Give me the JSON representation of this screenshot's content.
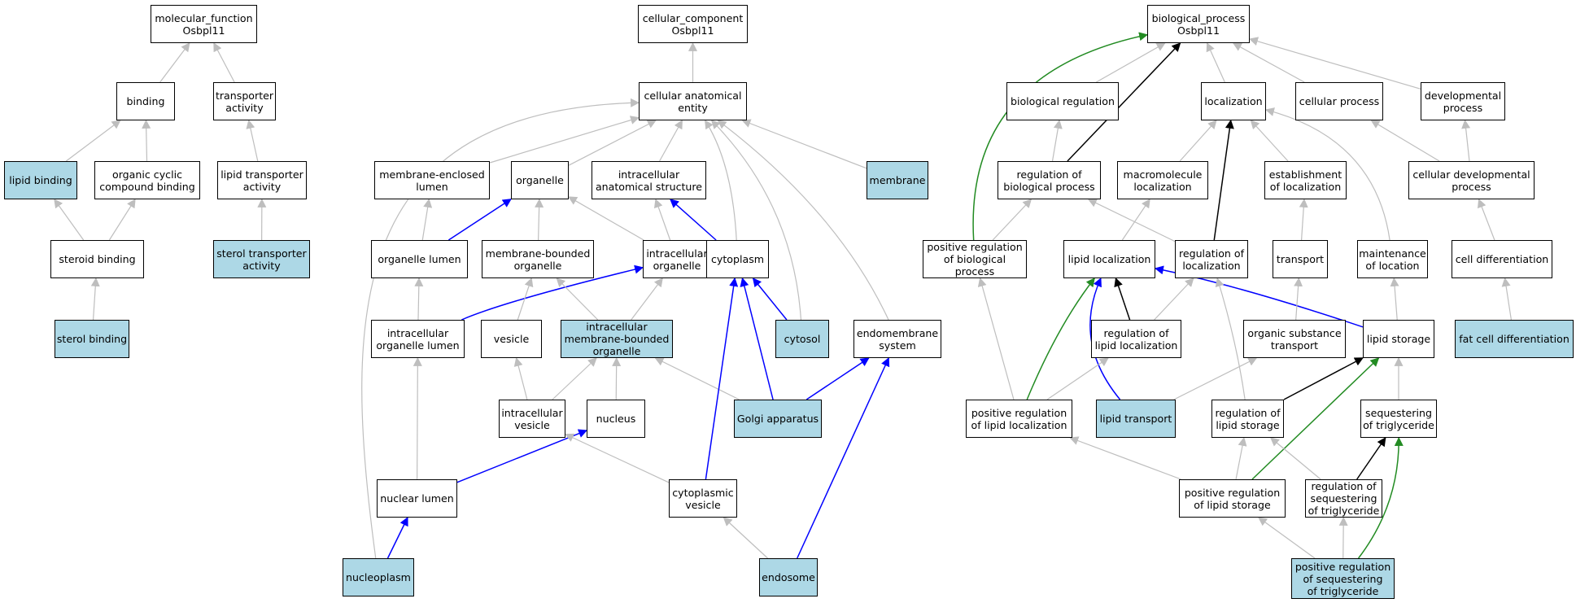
{
  "colors": {
    "highlight": "#add8e6",
    "is_a": "#bebebe",
    "part_of": "#0000ff",
    "regulates": "#000000",
    "positively_regulates": "#228b22"
  },
  "nodes": [
    {
      "id": "mf",
      "label": "molecular_function\nOsbpl11",
      "highlight": false
    },
    {
      "id": "binding",
      "label": "binding",
      "highlight": false
    },
    {
      "id": "transporter_activity",
      "label": "transporter\nactivity",
      "highlight": false
    },
    {
      "id": "lipid_binding",
      "label": "lipid binding",
      "highlight": true
    },
    {
      "id": "organic_cyclic",
      "label": "organic cyclic\ncompound binding",
      "highlight": false
    },
    {
      "id": "lipid_transporter",
      "label": "lipid transporter\nactivity",
      "highlight": false
    },
    {
      "id": "steroid_binding",
      "label": "steroid binding",
      "highlight": false
    },
    {
      "id": "sterol_transporter",
      "label": "sterol transporter\nactivity",
      "highlight": true
    },
    {
      "id": "sterol_binding",
      "label": "sterol binding",
      "highlight": true
    },
    {
      "id": "cc",
      "label": "cellular_component\nOsbpl11",
      "highlight": false
    },
    {
      "id": "cae",
      "label": "cellular anatomical\nentity",
      "highlight": false
    },
    {
      "id": "mel",
      "label": "membrane-enclosed\nlumen",
      "highlight": false
    },
    {
      "id": "organelle",
      "label": "organelle",
      "highlight": false
    },
    {
      "id": "ias",
      "label": "intracellular\nanatomical structure",
      "highlight": false
    },
    {
      "id": "membrane",
      "label": "membrane",
      "highlight": true
    },
    {
      "id": "organelle_lumen",
      "label": "organelle lumen",
      "highlight": false
    },
    {
      "id": "mbo",
      "label": "membrane-bounded\norganelle",
      "highlight": false
    },
    {
      "id": "io",
      "label": "intracellular\norganelle",
      "highlight": false
    },
    {
      "id": "cytoplasm",
      "label": "cytoplasm",
      "highlight": false
    },
    {
      "id": "iol",
      "label": "intracellular\norganelle lumen",
      "highlight": false
    },
    {
      "id": "vesicle",
      "label": "vesicle",
      "highlight": false
    },
    {
      "id": "imbo",
      "label": "intracellular\nmembrane-bounded\norganelle",
      "highlight": true
    },
    {
      "id": "cytosol",
      "label": "cytosol",
      "highlight": true
    },
    {
      "id": "endomembrane",
      "label": "endomembrane\nsystem",
      "highlight": false
    },
    {
      "id": "iv",
      "label": "intracellular\nvesicle",
      "highlight": false
    },
    {
      "id": "nucleus",
      "label": "nucleus",
      "highlight": false
    },
    {
      "id": "golgi",
      "label": "Golgi apparatus",
      "highlight": true
    },
    {
      "id": "nuclear_lumen",
      "label": "nuclear lumen",
      "highlight": false
    },
    {
      "id": "cv",
      "label": "cytoplasmic\nvesicle",
      "highlight": false
    },
    {
      "id": "nucleoplasm",
      "label": "nucleoplasm",
      "highlight": true
    },
    {
      "id": "endosome",
      "label": "endosome",
      "highlight": true
    },
    {
      "id": "bp",
      "label": "biological_process\nOsbpl11",
      "highlight": false
    },
    {
      "id": "bio_reg",
      "label": "biological regulation",
      "highlight": false
    },
    {
      "id": "localization",
      "label": "localization",
      "highlight": false
    },
    {
      "id": "cell_proc",
      "label": "cellular process",
      "highlight": false
    },
    {
      "id": "dev_proc",
      "label": "developmental\nprocess",
      "highlight": false
    },
    {
      "id": "reg_bp",
      "label": "regulation of\nbiological process",
      "highlight": false
    },
    {
      "id": "macro_loc",
      "label": "macromolecule\nlocalization",
      "highlight": false
    },
    {
      "id": "est_loc",
      "label": "establishment\nof localization",
      "highlight": false
    },
    {
      "id": "cell_dev",
      "label": "cellular developmental\nprocess",
      "highlight": false
    },
    {
      "id": "pos_reg_bp",
      "label": "positive regulation\nof biological\nprocess",
      "highlight": false
    },
    {
      "id": "lipid_loc",
      "label": "lipid localization",
      "highlight": false
    },
    {
      "id": "reg_loc",
      "label": "regulation of\nlocalization",
      "highlight": false
    },
    {
      "id": "transport",
      "label": "transport",
      "highlight": false
    },
    {
      "id": "maint_loc",
      "label": "maintenance\nof location",
      "highlight": false
    },
    {
      "id": "cell_diff",
      "label": "cell differentiation",
      "highlight": false
    },
    {
      "id": "reg_lipid_loc",
      "label": "regulation of\nlipid localization",
      "highlight": false
    },
    {
      "id": "org_sub_trans",
      "label": "organic substance\ntransport",
      "highlight": false
    },
    {
      "id": "lipid_storage",
      "label": "lipid storage",
      "highlight": false
    },
    {
      "id": "fat_cell_diff",
      "label": "fat cell differentiation",
      "highlight": true
    },
    {
      "id": "pos_reg_lipid_loc",
      "label": "positive regulation\nof lipid localization",
      "highlight": false
    },
    {
      "id": "lipid_transport",
      "label": "lipid transport",
      "highlight": true
    },
    {
      "id": "reg_lipid_storage",
      "label": "regulation of\nlipid storage",
      "highlight": false
    },
    {
      "id": "seq_tg",
      "label": "sequestering\nof triglyceride",
      "highlight": false
    },
    {
      "id": "pos_reg_lipid_storage",
      "label": "positive regulation\nof lipid storage",
      "highlight": false
    },
    {
      "id": "reg_seq_tg",
      "label": "regulation of\nsequestering\nof triglyceride",
      "highlight": false
    },
    {
      "id": "pos_reg_seq_tg",
      "label": "positive regulation\nof sequestering\nof triglyceride",
      "highlight": true
    }
  ],
  "edges": [
    {
      "from": "binding",
      "to": "mf",
      "type": "is_a"
    },
    {
      "from": "transporter_activity",
      "to": "mf",
      "type": "is_a"
    },
    {
      "from": "lipid_binding",
      "to": "binding",
      "type": "is_a"
    },
    {
      "from": "organic_cyclic",
      "to": "binding",
      "type": "is_a"
    },
    {
      "from": "lipid_transporter",
      "to": "transporter_activity",
      "type": "is_a"
    },
    {
      "from": "steroid_binding",
      "to": "lipid_binding",
      "type": "is_a"
    },
    {
      "from": "steroid_binding",
      "to": "organic_cyclic",
      "type": "is_a"
    },
    {
      "from": "sterol_transporter",
      "to": "lipid_transporter",
      "type": "is_a"
    },
    {
      "from": "sterol_binding",
      "to": "steroid_binding",
      "type": "is_a"
    },
    {
      "from": "cae",
      "to": "cc",
      "type": "is_a"
    },
    {
      "from": "mel",
      "to": "cae",
      "type": "is_a"
    },
    {
      "from": "organelle",
      "to": "cae",
      "type": "is_a"
    },
    {
      "from": "ias",
      "to": "cae",
      "type": "is_a"
    },
    {
      "from": "membrane",
      "to": "cae",
      "type": "is_a"
    },
    {
      "from": "cytoplasm",
      "to": "cae",
      "type": "is_a"
    },
    {
      "from": "cytosol",
      "to": "cae",
      "type": "is_a"
    },
    {
      "from": "endomembrane",
      "to": "cae",
      "type": "is_a"
    },
    {
      "from": "nucleoplasm",
      "to": "cae",
      "type": "is_a"
    },
    {
      "from": "organelle_lumen",
      "to": "mel",
      "type": "is_a"
    },
    {
      "from": "organelle_lumen",
      "to": "organelle",
      "type": "part_of"
    },
    {
      "from": "mbo",
      "to": "organelle",
      "type": "is_a"
    },
    {
      "from": "io",
      "to": "organelle",
      "type": "is_a"
    },
    {
      "from": "io",
      "to": "ias",
      "type": "is_a"
    },
    {
      "from": "cytoplasm",
      "to": "ias",
      "type": "part_of"
    },
    {
      "from": "iol",
      "to": "organelle_lumen",
      "type": "is_a"
    },
    {
      "from": "iol",
      "to": "io",
      "type": "part_of"
    },
    {
      "from": "vesicle",
      "to": "mbo",
      "type": "is_a"
    },
    {
      "from": "imbo",
      "to": "mbo",
      "type": "is_a"
    },
    {
      "from": "imbo",
      "to": "io",
      "type": "is_a"
    },
    {
      "from": "cytosol",
      "to": "cytoplasm",
      "type": "part_of"
    },
    {
      "from": "iv",
      "to": "vesicle",
      "type": "is_a"
    },
    {
      "from": "iv",
      "to": "imbo",
      "type": "is_a"
    },
    {
      "from": "nucleus",
      "to": "imbo",
      "type": "is_a"
    },
    {
      "from": "golgi",
      "to": "imbo",
      "type": "is_a"
    },
    {
      "from": "golgi",
      "to": "cytoplasm",
      "type": "part_of"
    },
    {
      "from": "golgi",
      "to": "endomembrane",
      "type": "part_of"
    },
    {
      "from": "nuclear_lumen",
      "to": "iol",
      "type": "is_a"
    },
    {
      "from": "nuclear_lumen",
      "to": "nucleus",
      "type": "part_of"
    },
    {
      "from": "cv",
      "to": "iv",
      "type": "is_a"
    },
    {
      "from": "cv",
      "to": "cytoplasm",
      "type": "part_of"
    },
    {
      "from": "nucleoplasm",
      "to": "nuclear_lumen",
      "type": "part_of"
    },
    {
      "from": "endosome",
      "to": "cv",
      "type": "is_a"
    },
    {
      "from": "endosome",
      "to": "endomembrane",
      "type": "part_of"
    },
    {
      "from": "bio_reg",
      "to": "bp",
      "type": "is_a"
    },
    {
      "from": "localization",
      "to": "bp",
      "type": "is_a"
    },
    {
      "from": "cell_proc",
      "to": "bp",
      "type": "is_a"
    },
    {
      "from": "dev_proc",
      "to": "bp",
      "type": "is_a"
    },
    {
      "from": "reg_bp",
      "to": "bio_reg",
      "type": "is_a"
    },
    {
      "from": "reg_bp",
      "to": "bp",
      "type": "regulates"
    },
    {
      "from": "pos_reg_bp",
      "to": "bp",
      "type": "positively_regulates"
    },
    {
      "from": "macro_loc",
      "to": "localization",
      "type": "is_a"
    },
    {
      "from": "est_loc",
      "to": "localization",
      "type": "is_a"
    },
    {
      "from": "maint_loc",
      "to": "localization",
      "type": "is_a"
    },
    {
      "from": "reg_loc",
      "to": "localization",
      "type": "regulates"
    },
    {
      "from": "cell_dev",
      "to": "cell_proc",
      "type": "is_a"
    },
    {
      "from": "cell_dev",
      "to": "dev_proc",
      "type": "is_a"
    },
    {
      "from": "pos_reg_bp",
      "to": "reg_bp",
      "type": "is_a"
    },
    {
      "from": "lipid_loc",
      "to": "macro_loc",
      "type": "is_a"
    },
    {
      "from": "reg_loc",
      "to": "reg_bp",
      "type": "is_a"
    },
    {
      "from": "transport",
      "to": "est_loc",
      "type": "is_a"
    },
    {
      "from": "cell_diff",
      "to": "cell_dev",
      "type": "is_a"
    },
    {
      "from": "reg_lipid_loc",
      "to": "lipid_loc",
      "type": "regulates"
    },
    {
      "from": "reg_lipid_loc",
      "to": "reg_loc",
      "type": "is_a"
    },
    {
      "from": "pos_reg_lipid_loc",
      "to": "lipid_loc",
      "type": "positively_regulates"
    },
    {
      "from": "lipid_transport",
      "to": "lipid_loc",
      "type": "part_of"
    },
    {
      "from": "lipid_storage",
      "to": "lipid_loc",
      "type": "part_of"
    },
    {
      "from": "org_sub_trans",
      "to": "transport",
      "type": "is_a"
    },
    {
      "from": "lipid_storage",
      "to": "maint_loc",
      "type": "is_a"
    },
    {
      "from": "fat_cell_diff",
      "to": "cell_diff",
      "type": "is_a"
    },
    {
      "from": "pos_reg_lipid_loc",
      "to": "pos_reg_bp",
      "type": "is_a"
    },
    {
      "from": "pos_reg_lipid_loc",
      "to": "reg_lipid_loc",
      "type": "is_a"
    },
    {
      "from": "lipid_transport",
      "to": "org_sub_trans",
      "type": "is_a"
    },
    {
      "from": "reg_lipid_storage",
      "to": "reg_loc",
      "type": "is_a"
    },
    {
      "from": "reg_lipid_storage",
      "to": "lipid_storage",
      "type": "regulates"
    },
    {
      "from": "seq_tg",
      "to": "lipid_storage",
      "type": "is_a"
    },
    {
      "from": "pos_reg_lipid_storage",
      "to": "pos_reg_lipid_loc",
      "type": "is_a"
    },
    {
      "from": "pos_reg_lipid_storage",
      "to": "reg_lipid_storage",
      "type": "is_a"
    },
    {
      "from": "pos_reg_lipid_storage",
      "to": "lipid_storage",
      "type": "positively_regulates"
    },
    {
      "from": "reg_seq_tg",
      "to": "reg_lipid_storage",
      "type": "is_a"
    },
    {
      "from": "reg_seq_tg",
      "to": "seq_tg",
      "type": "regulates"
    },
    {
      "from": "pos_reg_seq_tg",
      "to": "pos_reg_lipid_storage",
      "type": "is_a"
    },
    {
      "from": "pos_reg_seq_tg",
      "to": "reg_seq_tg",
      "type": "is_a"
    },
    {
      "from": "pos_reg_seq_tg",
      "to": "seq_tg",
      "type": "positively_regulates"
    }
  ]
}
